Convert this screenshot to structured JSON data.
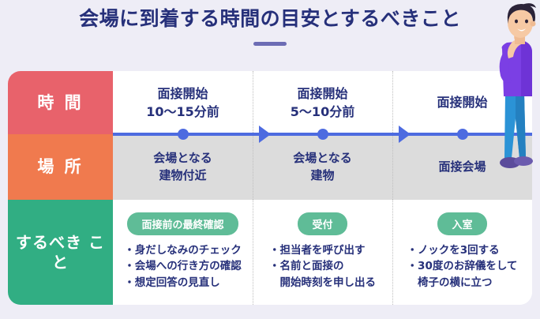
{
  "page": {
    "background_color": "#EEEDF6",
    "panel_color": "#FFFFFF"
  },
  "header": {
    "title": "会場に到着する時間の目安とするべきこと",
    "underline_color": "#6C6CB4",
    "title_color": "#26307A"
  },
  "table": {
    "rows": [
      {
        "id": "time",
        "label": "時 間",
        "label_color": "#E8626B",
        "cell_background": "#FFFFFF",
        "cells": [
          "面接開始\n10〜15分前",
          "面接開始\n5〜10分前",
          "面接開始"
        ]
      },
      {
        "id": "place",
        "label": "場 所",
        "label_color": "#F07A4E",
        "cell_background": "#DCDCDC",
        "cells": [
          "会場となる\n建物付近",
          "会場となる\n建物",
          "面接会場"
        ]
      },
      {
        "id": "todo",
        "label": "するべき\nこと",
        "label_color": "#31AE83",
        "cell_background": "#FFFFFF",
        "badge_color": "#5FBC97",
        "cells": [
          {
            "badge": "面接前の最終確認",
            "bullets": "・身だしなみのチェック\n・会場への行き方の確認\n・想定回答の見直し"
          },
          {
            "badge": "受付",
            "bullets": "・担当者を呼び出す\n・名前と面接の\n　開始時刻を申し出る"
          },
          {
            "badge": "入室",
            "bullets": "・ノックを3回する\n・30度のお辞儀をして\n　椅子の横に立つ"
          }
        ]
      }
    ]
  },
  "timeline": {
    "line_color": "#4D6BE0",
    "dot_count": 3,
    "arrow_count": 2
  },
  "illustration": {
    "name": "thinking-person",
    "hair_color": "#2B2338",
    "skin_color": "#F6C9A4",
    "shirt_color": "#7B3FE4",
    "pants_color": "#2B93D6",
    "shoe_color": "#5B4C9B"
  }
}
